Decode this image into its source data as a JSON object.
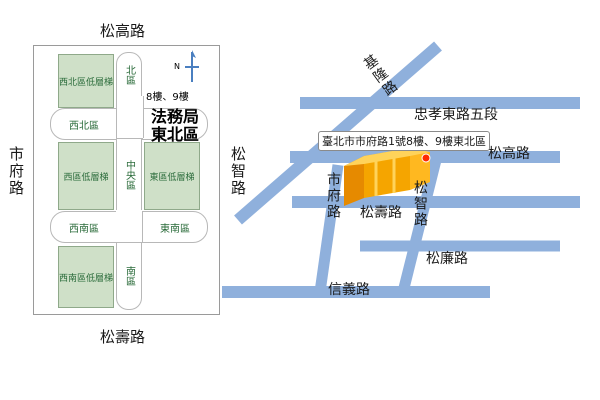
{
  "streets": {
    "top": "松高路",
    "left": "市府路",
    "right_mid": "松智路",
    "bottom": "松壽路",
    "zhongxiao": "忠孝東路五段",
    "songgao_r": "松高路",
    "keelung": "基隆路",
    "shifu_r": "市府路",
    "shoulu": "松壽路",
    "songzhi_r": "松智路",
    "songlian": "松廉路",
    "xinyi": "信義路"
  },
  "floor_note": "8樓、9樓",
  "north": "N",
  "dept": {
    "line1": "法務局",
    "line2": "東北區"
  },
  "zones": {
    "nw_low": "西北區低層梯",
    "north": "北區",
    "west_north": "西北區",
    "center": "中央區",
    "west_low": "西區低層梯",
    "east_low": "東區低層梯",
    "west_south": "西南區",
    "east_south": "東南區",
    "south": "南區",
    "sw_low": "西南區低層梯"
  },
  "callout": "臺北市市府路1號8樓、9樓東北區",
  "colors": {
    "road": "#8fb0dc",
    "building": "#f5a500",
    "zone": "#cfe0c8"
  }
}
